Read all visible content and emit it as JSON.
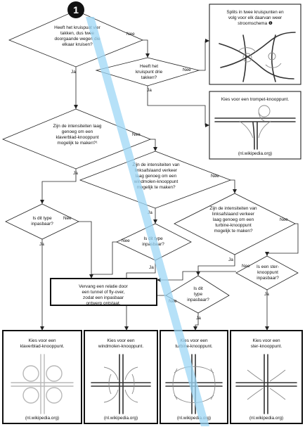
{
  "step_number": "1",
  "labels": {
    "yes": "Ja",
    "no": "Nee"
  },
  "questions": {
    "q1": [
      "Heeft het kruispunt vier",
      "takken, dus twee",
      "doorgaande wegen die",
      "elkaar kruisen?"
    ],
    "q2": [
      "Heeft het",
      "kruispunt drie",
      "takken?"
    ],
    "q3": [
      "Zijn de intensiteiten laag",
      "genoeg om een",
      "klaverblad-knooppunt",
      "mogelijk te maken?¹"
    ],
    "q4": [
      "Zijn de intensiteiten van",
      "linksafslaand verkeer",
      "laag genoeg om een",
      "windmolen-knooppunt",
      "mogelijk te maken?"
    ],
    "q5": [
      "Is dit type",
      "inpasbaar?"
    ],
    "q6": [
      "Is dit type",
      "inpasbaar?"
    ],
    "q7": [
      "Zijn de intensiteiten van",
      "linksafslaand verkeer",
      "laag genoeg om een",
      "turbine-knooppunt",
      "mogelijk te maken?"
    ],
    "q8": [
      "Is een ster-",
      "knooppunt",
      "inpasbaar?"
    ],
    "q9": [
      "Is dit",
      "type",
      "inpasbaar?"
    ]
  },
  "boxes": {
    "split": [
      "Splits in twee kruispunten en",
      "volg voor elk daarvan weer",
      "stroomschema ❶"
    ],
    "trumpet": [
      "Kies voor een trompet-knooppunt."
    ],
    "replace": [
      "Vervang een relatie door",
      "een tunnel of fly-over,",
      "zodat een inpasbaar",
      "ontwerp ontstaat."
    ],
    "cloverleaf": [
      "Kies voor een",
      "klaverblad-knooppunt."
    ],
    "windmill": [
      "Kies voor een",
      "windmolen-knooppunt."
    ],
    "turbine": [
      "Kies voor een",
      "turbine-knooppunt."
    ],
    "star": [
      "Kies voor een",
      "ster-knooppunt."
    ]
  },
  "source": "(nl.wikipedia.org)",
  "colors": {
    "line": "#222222",
    "step_badge": "#111111",
    "highlight_beam": "#9ed7f5"
  }
}
